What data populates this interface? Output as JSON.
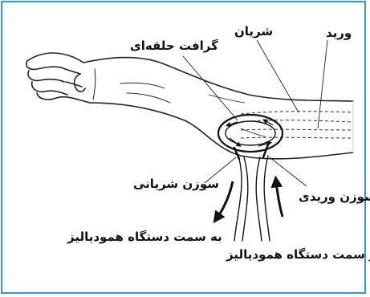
{
  "labels": {
    "vein": "ورید",
    "artery": "شریان",
    "loop_graft": "گرافت حلقه‌ای",
    "arterial_needle": "سوزن شریانی",
    "venous_needle": "سوزن وریدی",
    "to_machine": "به سمت دستگاه همودیالیز",
    "from_machine": "از سمت دستگاه همودیالیز"
  },
  "colors": {
    "border": "#2a9bd0",
    "ink": "#111111"
  }
}
